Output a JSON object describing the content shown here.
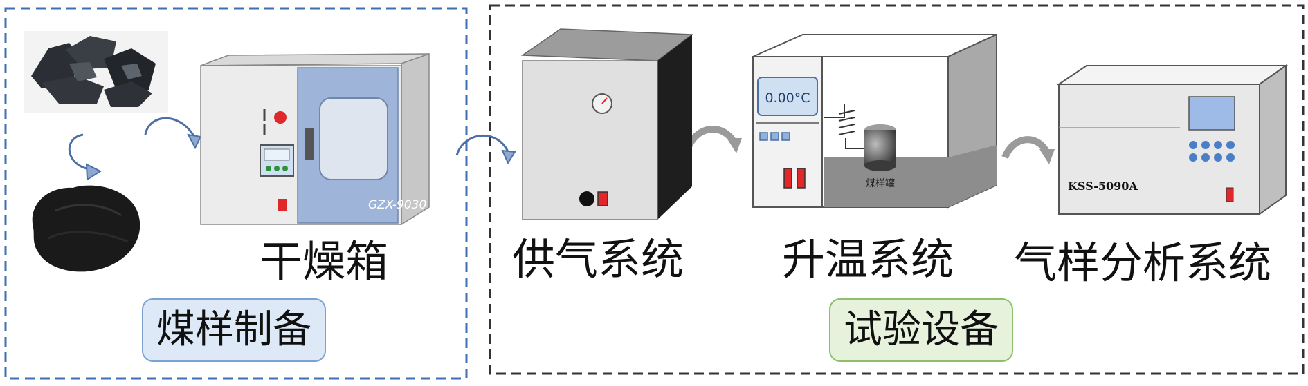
{
  "groups": {
    "prep": {
      "label": "煤样制备",
      "border_color": "#3f6fb0",
      "tag_fill": "#dde9f6",
      "tag_border": "#7aa3d4"
    },
    "test": {
      "label": "试验设备",
      "border_color": "#333333",
      "tag_fill": "#e6f2dc",
      "tag_border": "#8cbf6a"
    }
  },
  "steps": {
    "drying_oven": {
      "label": "干燥箱",
      "model": "GZX-9030"
    },
    "gas_supply": {
      "label": "供气系统"
    },
    "heating": {
      "label": "升温系统",
      "temperature_display": "0.00°C",
      "tank_label": "煤样罐"
    },
    "gas_analysis": {
      "label": "气样分析系统",
      "model": "KSS-5090A"
    }
  },
  "colors": {
    "oven_door": "#9fb4d9",
    "panel_gray": "#e4e4e4",
    "red_button": "#e0272a",
    "arrow_fill": "#8fa8d0",
    "arrow_gray": "#9a9a9a",
    "screen_blue": "#cfe0f3",
    "key_blue": "#4a7fc8"
  },
  "icons": [
    "coal-lumps-icon",
    "coal-powder-icon",
    "drying-oven-icon",
    "gas-supply-icon",
    "heating-chamber-icon",
    "gas-analyzer-icon",
    "curved-arrow-icon"
  ]
}
